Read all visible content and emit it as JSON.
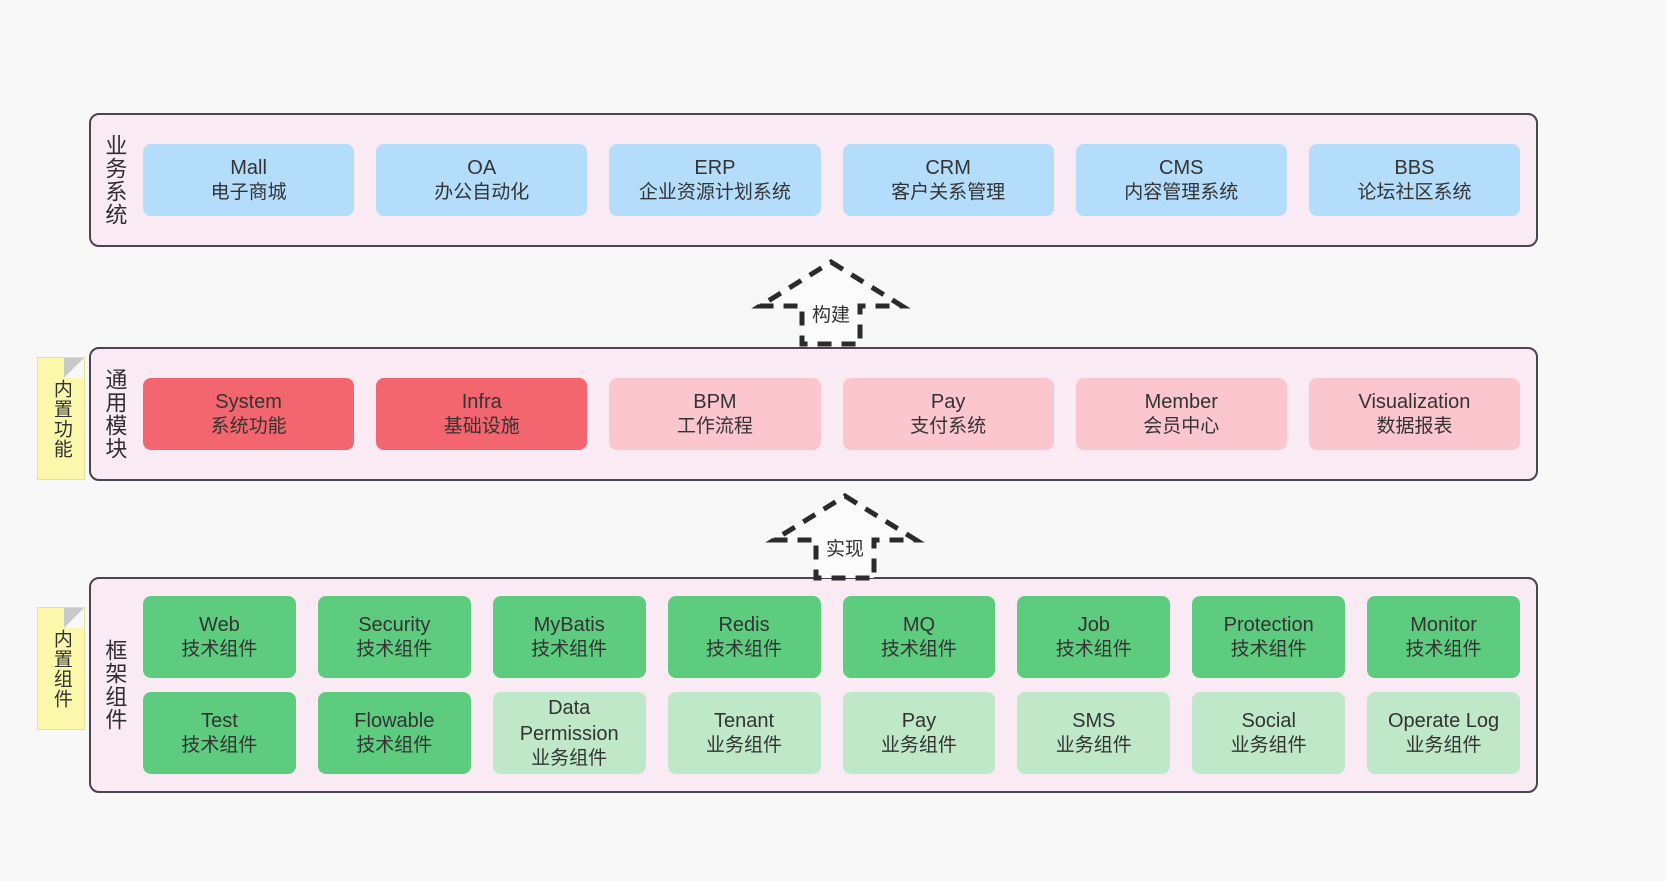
{
  "diagram": {
    "background_color": "#f9f8f8",
    "band_fill": "#f9eaf4",
    "band_border": "#4a4350",
    "note_fill": "#fbf7ab"
  },
  "notes": [
    {
      "id": "builtin-function",
      "label": "内置功能"
    },
    {
      "id": "builtin-component",
      "label": "内置组件"
    }
  ],
  "arrows": [
    {
      "id": "build",
      "label": "构建",
      "style": "dashed-hollow-up"
    },
    {
      "id": "implement",
      "label": "实现",
      "style": "dashed-hollow-up"
    }
  ],
  "bands": [
    {
      "id": "business-system",
      "title": "业务系统",
      "rows": [
        {
          "cells": [
            {
              "name": "Mall",
              "desc": "电子商城",
              "color": "#b3ddfb"
            },
            {
              "name": "OA",
              "desc": "办公自动化",
              "color": "#b3ddfb"
            },
            {
              "name": "ERP",
              "desc": "企业资源计划系统",
              "color": "#b3ddfb"
            },
            {
              "name": "CRM",
              "desc": "客户关系管理",
              "color": "#b3ddfb"
            },
            {
              "name": "CMS",
              "desc": "内容管理系统",
              "color": "#b3ddfb"
            },
            {
              "name": "BBS",
              "desc": "论坛社区系统",
              "color": "#b3ddfb"
            }
          ]
        }
      ]
    },
    {
      "id": "common-modules",
      "title": "通用模块",
      "rows": [
        {
          "cells": [
            {
              "name": "System",
              "desc": "系统功能",
              "color": "#f4666f"
            },
            {
              "name": "Infra",
              "desc": "基础设施",
              "color": "#f4666f"
            },
            {
              "name": "BPM",
              "desc": "工作流程",
              "color": "#fcc6ce"
            },
            {
              "name": "Pay",
              "desc": "支付系统",
              "color": "#fcc6ce"
            },
            {
              "name": "Member",
              "desc": "会员中心",
              "color": "#fcc6ce"
            },
            {
              "name": "Visualization",
              "desc": "数据报表",
              "color": "#fcc6ce"
            }
          ]
        }
      ]
    },
    {
      "id": "framework-components",
      "title": "框架组件",
      "rows": [
        {
          "cells": [
            {
              "name": "Web",
              "desc": "技术组件",
              "color": "#5ecc7f"
            },
            {
              "name": "Security",
              "desc": "技术组件",
              "color": "#5ecc7f"
            },
            {
              "name": "MyBatis",
              "desc": "技术组件",
              "color": "#5ecc7f"
            },
            {
              "name": "Redis",
              "desc": "技术组件",
              "color": "#5ecc7f"
            },
            {
              "name": "MQ",
              "desc": "技术组件",
              "color": "#5ecc7f"
            },
            {
              "name": "Job",
              "desc": "技术组件",
              "color": "#5ecc7f"
            },
            {
              "name": "Protection",
              "desc": "技术组件",
              "color": "#5ecc7f"
            },
            {
              "name": "Monitor",
              "desc": "技术组件",
              "color": "#5ecc7f"
            }
          ]
        },
        {
          "cells": [
            {
              "name": "Test",
              "desc": "技术组件",
              "color": "#5ecc7f"
            },
            {
              "name": "Flowable",
              "desc": "技术组件",
              "color": "#5ecc7f"
            },
            {
              "name": "Data Permission",
              "desc": "业务组件",
              "color": "#bfe8c8"
            },
            {
              "name": "Tenant",
              "desc": "业务组件",
              "color": "#bfe8c8"
            },
            {
              "name": "Pay",
              "desc": "业务组件",
              "color": "#bfe8c8"
            },
            {
              "name": "SMS",
              "desc": "业务组件",
              "color": "#bfe8c8"
            },
            {
              "name": "Social",
              "desc": "业务组件",
              "color": "#bfe8c8"
            },
            {
              "name": "Operate Log",
              "desc": "业务组件",
              "color": "#bfe8c8"
            }
          ]
        }
      ]
    }
  ]
}
